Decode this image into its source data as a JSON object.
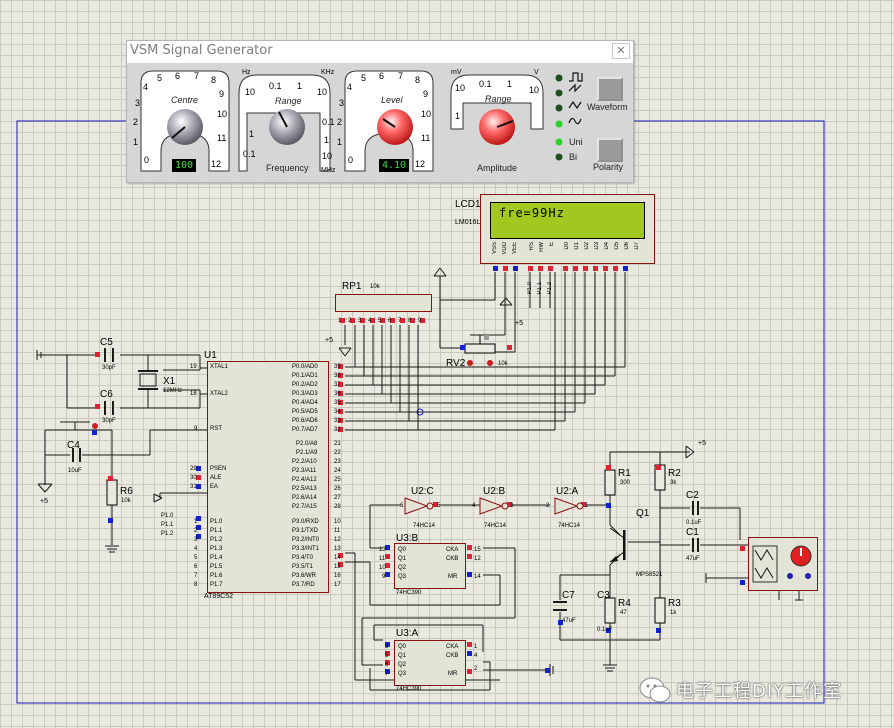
{
  "window": {
    "title": "VSM Signal Generator",
    "close_glyph": "✕"
  },
  "generator": {
    "freq_centre": {
      "label": "Centre",
      "scale": [
        "0",
        "1",
        "2",
        "3",
        "4",
        "5",
        "6",
        "7",
        "8",
        "9",
        "10",
        "11",
        "12"
      ],
      "display": "100"
    },
    "freq_range": {
      "label": "Range",
      "top_left": "Hz",
      "top_right": "KHz",
      "bottom_right": "MHz",
      "scale": [
        "10",
        "0.1",
        "1",
        "10",
        "1",
        "0.1",
        "0.1",
        "1",
        "10"
      ]
    },
    "level": {
      "label": "Level",
      "scale": [
        "0",
        "1",
        "2",
        "3",
        "4",
        "5",
        "6",
        "7",
        "8",
        "9",
        "10",
        "11",
        "12"
      ],
      "display": "4.10"
    },
    "amp_range": {
      "label": "Range",
      "top_left": "mV",
      "top_right": "V",
      "scale": [
        "10",
        "0.1",
        "1",
        "10",
        "1"
      ]
    },
    "frequency_label": "Frequency",
    "amplitude_label": "Amplitude",
    "waveform_button": "Waveform",
    "polarity_button": "Polarity",
    "polarity_options": [
      "Uni",
      "Bi"
    ],
    "colors": {
      "panel": "#d6d6d6",
      "knob_grey": "#9a9a9a",
      "knob_red": "#ff4b4b",
      "led_on": "#28d228",
      "led_off": "#1e4d1e",
      "display_text": "#39e039"
    }
  },
  "lcd": {
    "ref": "LCD1",
    "model": "LM016L",
    "text": "fre=99Hz",
    "pins": [
      "VSS",
      "VDD",
      "VEE",
      "RS",
      "RW",
      "E",
      "D0",
      "D1",
      "D2",
      "D3",
      "D4",
      "D5",
      "D6",
      "D7"
    ],
    "wire_labels": [
      "P1.0",
      "P1.1",
      "P1.2"
    ],
    "supply": "+5"
  },
  "parts": {
    "rp1": {
      "ref": "RP1",
      "value": "10k",
      "pins": [
        "1",
        "2",
        "3",
        "4",
        "5",
        "6",
        "7",
        "8",
        "9"
      ]
    },
    "rv2": {
      "ref": "RV2",
      "value": "10k",
      "supply": "+5"
    },
    "u1": {
      "ref": "U1",
      "model": "AT89C52",
      "left_pins": [
        "XTAL1",
        "XTAL2",
        "RST",
        "PSEN",
        "ALE",
        "EA",
        "P1.0",
        "P1.1",
        "P1.2",
        "P1.3",
        "P1.4",
        "P1.5",
        "P1.6",
        "P1.7"
      ],
      "left_nums": [
        "19",
        "18",
        "9",
        "29",
        "30",
        "31",
        "1",
        "2",
        "3",
        "4",
        "5",
        "6",
        "7",
        "8"
      ],
      "right_pins": [
        "P0.0/AD0",
        "P0.1/AD1",
        "P0.2/AD2",
        "P0.3/AD3",
        "P0.4/AD4",
        "P0.5/AD5",
        "P0.6/AD6",
        "P0.7/AD7",
        "P2.0/A8",
        "P2.1/A9",
        "P2.2/A10",
        "P2.3/A11",
        "P2.4/A12",
        "P2.5/A13",
        "P2.6/A14",
        "P2.7/A15",
        "P3.0/RXD",
        "P3.1/TXD",
        "P3.2/INT0",
        "P3.3/INT1",
        "P3.4/T0",
        "P3.5/T1",
        "P3.6/WR",
        "P3.7/RD"
      ],
      "right_nums": [
        "39",
        "38",
        "37",
        "36",
        "35",
        "34",
        "33",
        "32",
        "21",
        "22",
        "23",
        "24",
        "25",
        "26",
        "27",
        "28",
        "10",
        "11",
        "12",
        "13",
        "14",
        "15",
        "16",
        "17"
      ],
      "net_labels": [
        "P1.0",
        "P1.1",
        "P1.2"
      ]
    },
    "c5": {
      "ref": "C5",
      "value": "30pF"
    },
    "c6": {
      "ref": "C6",
      "value": "30pF"
    },
    "x1": {
      "ref": "X1",
      "value": "12MHz"
    },
    "c4": {
      "ref": "C4",
      "value": "10uF"
    },
    "r6": {
      "ref": "R6",
      "value": "10k"
    },
    "u2c": {
      "ref": "U2:C",
      "model": "74HC14",
      "pin_in": "6",
      "pin_out": "5"
    },
    "u2b": {
      "ref": "U2:B",
      "model": "74HC14",
      "pin_in": "4",
      "pin_out": "3"
    },
    "u2a": {
      "ref": "U2:A",
      "model": "74HC14",
      "pin_in": "2",
      "pin_out": "1"
    },
    "u3b": {
      "ref": "U3:B",
      "model": "74HC390",
      "left_pins": [
        "Q0",
        "Q1",
        "Q2",
        "Q3"
      ],
      "right_pins": [
        "CKA",
        "CKB",
        "MR"
      ],
      "left_nums": [
        "13",
        "11",
        "10",
        "9"
      ],
      "right_nums": [
        "15",
        "12",
        "14"
      ]
    },
    "u3a": {
      "ref": "U3:A",
      "model": "74HC390",
      "left_pins": [
        "Q0",
        "Q1",
        "Q2",
        "Q3"
      ],
      "right_pins": [
        "CKA",
        "CKB",
        "MR"
      ],
      "left_nums": [
        "3",
        "5",
        "6",
        "7"
      ],
      "right_nums": [
        "1",
        "4",
        "2"
      ]
    },
    "r1": {
      "ref": "R1",
      "value": "300"
    },
    "r2": {
      "ref": "R2",
      "value": "3k"
    },
    "r3": {
      "ref": "R3",
      "value": "1k"
    },
    "r4": {
      "ref": "R4",
      "value": "47"
    },
    "c1": {
      "ref": "C1",
      "value": "47uF"
    },
    "c2": {
      "ref": "C2",
      "value": "0.1uF"
    },
    "c3": {
      "ref": "C3",
      "value": "0.1uF"
    },
    "c7": {
      "ref": "C7",
      "value": "47uF"
    },
    "q1": {
      "ref": "Q1",
      "model": "MPS6521"
    },
    "supplies": [
      "+5",
      "+5",
      "+5",
      "+5"
    ]
  },
  "watermark": "电子工程DIY工作室"
}
